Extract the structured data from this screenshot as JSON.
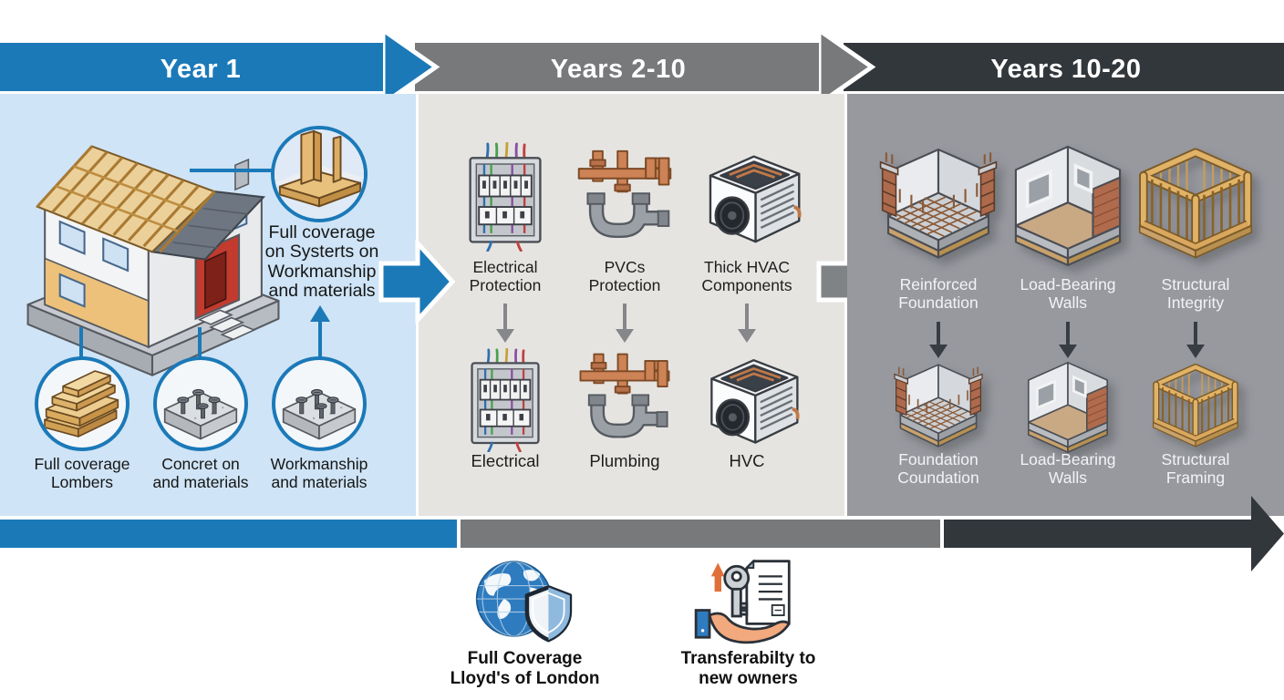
{
  "timeline": {
    "phases": [
      {
        "label": "Year 1"
      },
      {
        "label": "Years 2-10"
      },
      {
        "label": "Years 10-20"
      }
    ]
  },
  "year1_panel": {
    "callout": "Full coverage\non Systerts on\nWorkmanship\nand materials",
    "items": [
      {
        "label": "Full coverage\nLombers",
        "icon": "lumber-stack-icon"
      },
      {
        "label": "Concret on\nand materials",
        "icon": "concrete-screws-icon"
      },
      {
        "label": "Workmanship\nand materials",
        "icon": "concrete-screws-icon"
      }
    ],
    "house_icon": "cutaway-house-icon",
    "detail_icon": "wall-framing-detail-icon"
  },
  "years2_10_panel": {
    "top_items": [
      {
        "label": "Electrical\nProtection",
        "icon": "electrical-panel-icon"
      },
      {
        "label": "PVCs\nProtection",
        "icon": "plumbing-pipes-icon"
      },
      {
        "label": "Thick HVAC\nComponents",
        "icon": "hvac-unit-icon"
      }
    ],
    "bottom_items": [
      {
        "label": "Electrical",
        "icon": "electrical-panel-icon"
      },
      {
        "label": "Plumbing",
        "icon": "plumbing-pipes-icon"
      },
      {
        "label": "HVC",
        "icon": "hvac-unit-icon"
      }
    ]
  },
  "years10_20_panel": {
    "top_items": [
      {
        "label": "Reinforced\nFoundation",
        "icon": "reinforced-foundation-icon"
      },
      {
        "label": "Load-Bearing\nWalls",
        "icon": "load-bearing-walls-icon"
      },
      {
        "label": "Structural\nIntegrity",
        "icon": "structural-framing-icon"
      }
    ],
    "bottom_items": [
      {
        "label": "Foundation\nCoundation",
        "icon": "reinforced-foundation-icon"
      },
      {
        "label": "Load-Bearing\nWalls",
        "icon": "load-bearing-walls-icon"
      },
      {
        "label": "Structural\nFraming",
        "icon": "structural-framing-icon"
      }
    ]
  },
  "footer": {
    "items": [
      {
        "label": "Full Coverage\nLloyd's of London",
        "icon": "globe-shield-icon"
      },
      {
        "label": "Transferabilty to\nnew owners",
        "icon": "hand-key-document-icon"
      }
    ]
  },
  "colors": {
    "phase1_accent": "#1b79b8",
    "phase2_accent": "#77797b",
    "phase3_accent": "#32373c",
    "panel1_bg": "#cfe4f6",
    "panel2_bg": "#e6e4e1",
    "panel3_bg": "#97999f"
  }
}
